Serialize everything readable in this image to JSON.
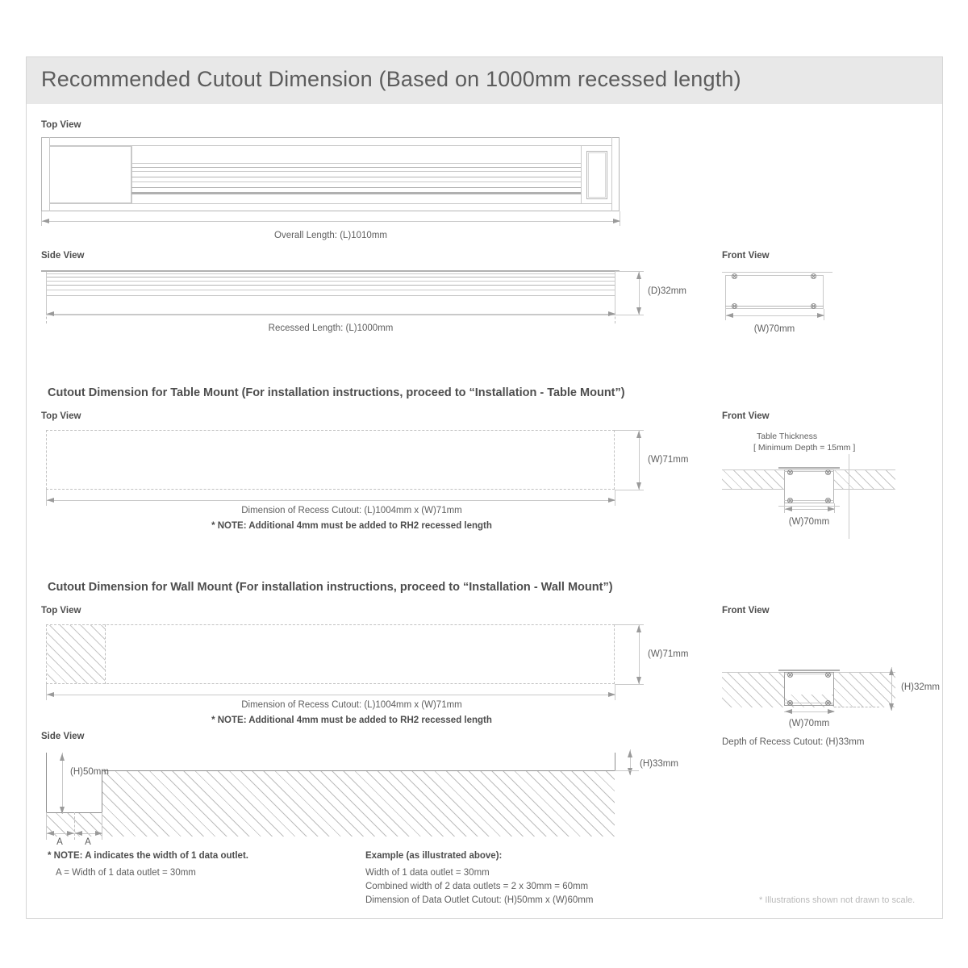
{
  "header": {
    "title": "Recommended Cutout Dimension (Based on 1000mm recessed length)"
  },
  "product_overview": {
    "top_view_label": "Top View",
    "overall_length": "Overall Length: (L)1010mm",
    "side_view_label": "Side View",
    "depth": "(D)32mm",
    "recessed_length": "Recessed Length: (L)1000mm",
    "front_view_label": "Front View",
    "front_width": "(W)70mm"
  },
  "table_mount": {
    "heading": "Cutout Dimension for Table Mount (For installation instructions, proceed to “Installation - Table Mount”)",
    "top_view_label": "Top View",
    "width": "(W)71mm",
    "recess_cutout": "Dimension of Recess Cutout: (L)1004mm x (W)71mm",
    "note": "* NOTE: Additional 4mm must be added to RH2 recessed length",
    "front_view_label": "Front View",
    "table_thickness_line1": "Table Thickness",
    "table_thickness_line2": "[ Minimum Depth = 15mm ]",
    "front_width": "(W)70mm"
  },
  "wall_mount": {
    "heading": "Cutout Dimension for Wall Mount (For installation instructions, proceed to “Installation - Wall Mount”)",
    "top_view_label": "Top View",
    "width": "(W)71mm",
    "recess_cutout": "Dimension of Recess Cutout: (L)1004mm x (W)71mm",
    "note": "* NOTE: Additional 4mm must be added to RH2 recessed length",
    "front_view_label": "Front View",
    "front_height": "(H)32mm",
    "front_width": "(W)70mm",
    "depth_of_recess": "Depth of Recess Cutout: (H)33mm",
    "side_view_label": "Side View",
    "side_height": "(H)50mm",
    "side_depth": "(H)33mm",
    "marker_a_left": "A",
    "marker_a_right": "A"
  },
  "footer": {
    "note_title": "* NOTE: A indicates the width of 1 data outlet.",
    "note_body": "A = Width of 1 data outlet = 30mm",
    "example_title": "Example (as illustrated above):",
    "example_line1": "Width of 1 data outlet = 30mm",
    "example_line2": "Combined width of 2 data outlets = 2 x 30mm = 60mm",
    "example_line3": "Dimension of Data Outlet Cutout: (H)50mm x (W)60mm",
    "disclaimer": "* Illustrations shown not drawn to scale."
  },
  "colors": {
    "header_band": "#e8e8e8",
    "title_text": "#5c5c5c",
    "body_text": "#5e5e5e",
    "stroke": "#9a9a9a",
    "hatch": "#c6c6c6",
    "card_border": "#d6d6d6"
  }
}
